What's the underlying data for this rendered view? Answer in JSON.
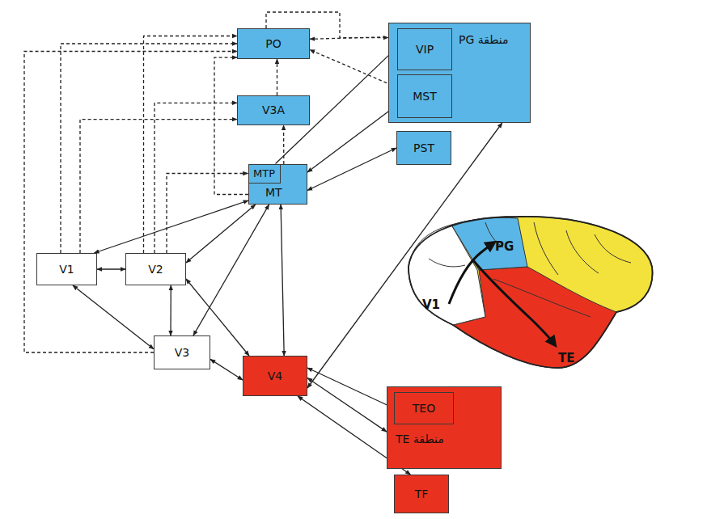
{
  "diagram": {
    "nodes": [
      {
        "text": [
          "PO"
        ]
      },
      {
        "text": [
          "V3A"
        ]
      },
      {
        "text": [
          "منطقة PG"
        ]
      },
      {
        "text": [
          "VIP"
        ],
        "in": 2
      },
      {
        "text": [
          "MST"
        ],
        "in": 2
      },
      {
        "text": [
          "PST"
        ]
      },
      {
        "text": [
          "MT"
        ]
      },
      {
        "text": [
          "MTP"
        ],
        "in": 6
      },
      {
        "text": [
          "V1"
        ]
      },
      {
        "text": [
          "V2"
        ]
      },
      {
        "text": [
          "V3"
        ]
      },
      {
        "text": [
          "V4"
        ]
      },
      {
        "text": [
          "منطقة TE"
        ]
      },
      {
        "text": [
          "TEO"
        ],
        "in": 12
      },
      {
        "text": [
          "TF"
        ]
      }
    ],
    "edges": [
      {
        "from": 8,
        "to": 9,
        "arrow": "both"
      },
      {
        "from": 8,
        "to": 10,
        "arrow": "both"
      },
      {
        "from": 9,
        "to": 10,
        "arrow": "both"
      },
      {
        "from": 8,
        "to": 6,
        "arrow": "both"
      },
      {
        "from": 9,
        "to": 6,
        "arrow": "both"
      },
      {
        "from": 10,
        "to": 6,
        "arrow": "both"
      },
      {
        "from": 9,
        "to": 11,
        "arrow": "both"
      },
      {
        "from": 10,
        "to": 11,
        "arrow": "both"
      },
      {
        "from": 6,
        "to": 11,
        "arrow": "both"
      },
      {
        "from": 4,
        "to": 6,
        "arrow": "both"
      },
      {
        "from": 6,
        "to": 5,
        "arrow": "both"
      },
      {
        "from": 7,
        "to": 3,
        "arrow": "to"
      },
      {
        "from": 11,
        "to": 2,
        "arrow": "both"
      },
      {
        "from": 11,
        "to": 13,
        "arrow": "both"
      },
      {
        "from": 11,
        "to": 12,
        "arrow": "both"
      },
      {
        "from": 11,
        "to": 14,
        "arrow": "both"
      },
      {
        "from": 8,
        "to": 0,
        "arrow": "to"
      },
      {
        "from": 8,
        "to": 1,
        "arrow": "to"
      },
      {
        "from": 9,
        "to": 0,
        "arrow": "to"
      },
      {
        "from": 9,
        "to": 1,
        "arrow": "to"
      },
      {
        "from": 9,
        "to": 7,
        "arrow": "to"
      },
      {
        "from": 10,
        "to": 0,
        "arrow": "to"
      },
      {
        "from": 6,
        "to": 1,
        "arrow": "to"
      },
      {
        "from": 1,
        "to": 0,
        "arrow": "to"
      },
      {
        "from": 3,
        "to": 0,
        "arrow": "both"
      },
      {
        "from": 4,
        "to": 0,
        "arrow": "both"
      },
      {
        "from": 0,
        "to": 2,
        "arrow": "to"
      },
      {
        "from": 6,
        "to": 0,
        "arrow": "to"
      }
    ],
    "labels": [
      "PG",
      "V1",
      "TE"
    ]
  }
}
